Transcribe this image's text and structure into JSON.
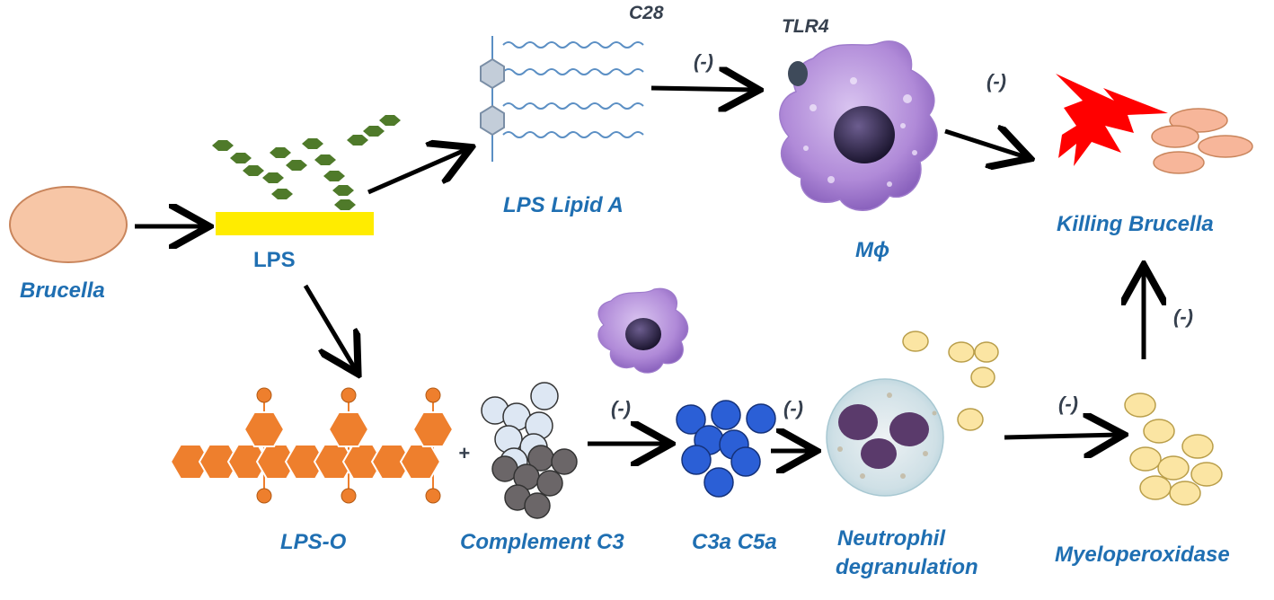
{
  "labels": {
    "brucella": "Brucella",
    "lps": "LPS",
    "lps_lipid_a": "LPS Lipid A",
    "c28": "C28",
    "tlr4": "TLR4",
    "macrophage": "Mϕ",
    "killing_brucella": "Killing  Brucella",
    "lps_o": "LPS-O",
    "complement_c3": "Complement  C3",
    "c3a_c5a": "C3a  C5a",
    "neutrophil_line1": "Neutrophil",
    "neutrophil_line2": "degranulation",
    "myeloperoxidase": "Myeloperoxidase"
  },
  "signs": {
    "lipidA_to_macrophage": "(-)",
    "macrophage_to_killing": "(-)",
    "myeloperoxidase_to_killing": "(-)",
    "complement_to_c3a": "(-)",
    "c3a_to_neutrophil": "(-)",
    "neutrophil_to_myeloperoxidase": "(-)",
    "plus": "+"
  },
  "colors": {
    "label_blue": "#1f6fb2",
    "brucella_fill": "#f7c6a6",
    "lps_bar": "#ffec00",
    "hexagon_green": "#4f7a2a",
    "lps_o_orange": "#ee7f2d",
    "complement_light": "#dde7f3",
    "complement_dark": "#6b6668",
    "c3a_blue": "#2b5fd6",
    "myeloperoxidase_yellow": "#fbe5a3",
    "macrophage_purple": "#b68fd9",
    "killing_red": "#ff0000"
  }
}
